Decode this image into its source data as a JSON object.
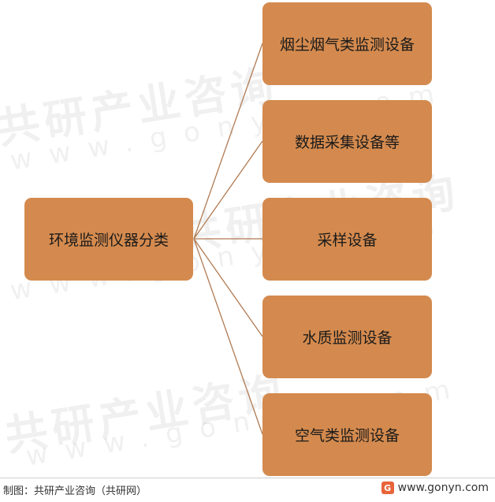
{
  "diagram": {
    "root": {
      "label": "环境监测仪器分类"
    },
    "children": [
      {
        "label": "烟尘烟气类监测设备"
      },
      {
        "label": "数据采集设备等"
      },
      {
        "label": "采样设备"
      },
      {
        "label": "水质监测设备"
      },
      {
        "label": "空气类监测设备"
      }
    ]
  },
  "colors": {
    "node_fill": "#d48a4e",
    "connector": "#b07a52"
  },
  "watermark": {
    "brand_text": "共研产业咨询",
    "url_text": "www.gonyn.com"
  },
  "footer": {
    "source": "制图：共研产业咨询（共研网）",
    "logo_icon": "gonyn-logo-icon",
    "brand_url": "www.gonyn.com"
  }
}
